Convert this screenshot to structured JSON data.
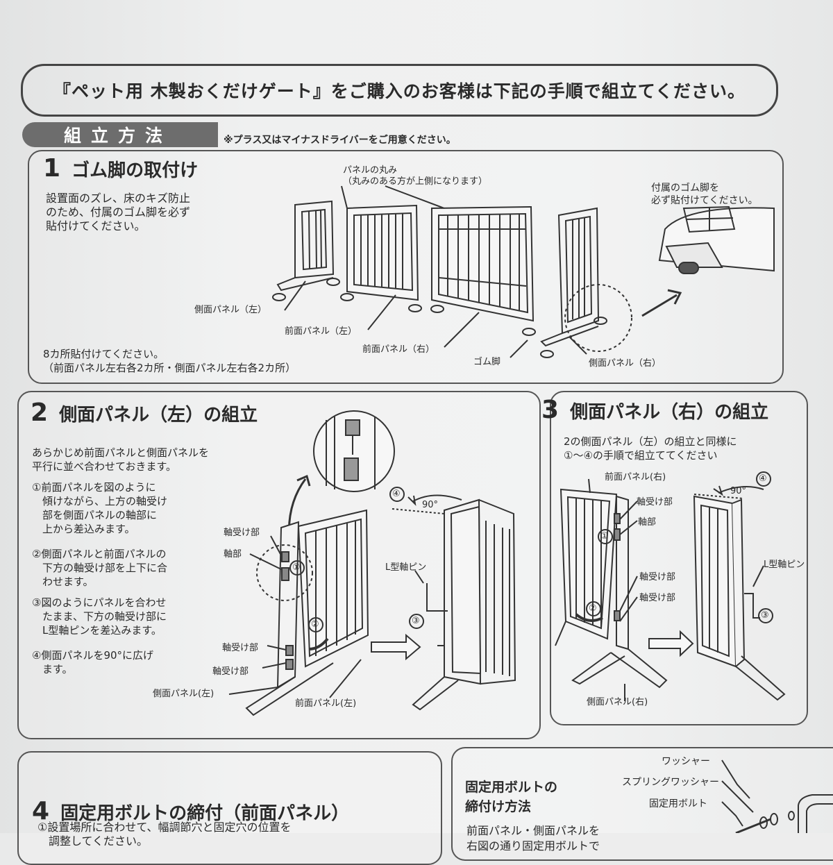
{
  "header": {
    "title": "『ペット用 木製おくだけゲート』をご購入のお客様は下記の手順で組立てください。"
  },
  "section": {
    "badge": "組立方法",
    "note": "※プラス又はマイナスドライバーをご用意ください。"
  },
  "step1": {
    "num": "1",
    "title": "ゴム脚の取付け",
    "body": "設置面のズレ、床のキズ防止\nのため、付属のゴム脚を必ず\n貼付けてください。",
    "note": "8カ所貼付けてください。\n（前面パネル左右各2カ所・側面パネル左右各2カ所）",
    "labels": {
      "panel_round": "パネルの丸み\n（丸みのある方が上側になります）",
      "rubber_note": "付属のゴム脚を\n必ず貼付けてください。",
      "side_left": "側面パネル（左）",
      "front_left": "前面パネル（左）",
      "front_right": "前面パネル（右）",
      "rubber_foot": "ゴム脚",
      "side_right": "側面パネル（右）"
    }
  },
  "step2": {
    "num": "2",
    "title": "側面パネル（左）の組立",
    "body": "あらかじめ前面パネルと側面パネルを\n平行に並べ合わせておきます。",
    "items": [
      "①前面パネルを図のように\n　傾けながら、上方の軸受け\n　部を側面パネルの軸部に\n　上から差込みます。",
      "②側面パネルと前面パネルの\n　下方の軸受け部を上下に合\n　わせます。",
      "③図のようにパネルを合わせ\n　たまま、下方の軸受け部に\n　L型軸ピンを差込みます。",
      "④側面パネルを90°に広げ\n　ます。"
    ],
    "labels": {
      "bearing1": "軸受け部",
      "shaft": "軸部",
      "bearing2": "軸受け部",
      "bearing3": "軸受け部",
      "side_left": "側面パネル(左)",
      "front_left": "前面パネル(左)",
      "l_pin": "L型軸ピン",
      "angle": "90°",
      "c1": "①",
      "c2": "②",
      "c3": "③",
      "c4": "④"
    }
  },
  "step3": {
    "num": "3",
    "title": "側面パネル（右）の組立",
    "body": "2の側面パネル（左）の組立と同様に\n①～④の手順で組立ててください",
    "labels": {
      "front_right": "前面パネル(右)",
      "bearing1": "軸受け部",
      "shaft": "軸部",
      "bearing2": "軸受け部",
      "bearing3": "軸受け部",
      "side_right": "側面パネル(右)",
      "l_pin": "L型軸ピン",
      "angle": "90°",
      "c1": "①",
      "c2": "②",
      "c3": "③",
      "c4": "④"
    }
  },
  "step4": {
    "num": "4",
    "title": "固定用ボルトの締付（前面パネル）",
    "body": "①設置場所に合わせて、幅調節穴と固定穴の位置を\n　調整してください。"
  },
  "bolt_box": {
    "title": "固定用ボルトの\n締付け方法",
    "body": "前面パネル・側面パネルを\n右図の通り固定用ボルトで",
    "labels": {
      "washer": "ワッシャー",
      "spring_washer": "スプリングワッシャー",
      "bolt": "固定用ボルト"
    }
  }
}
